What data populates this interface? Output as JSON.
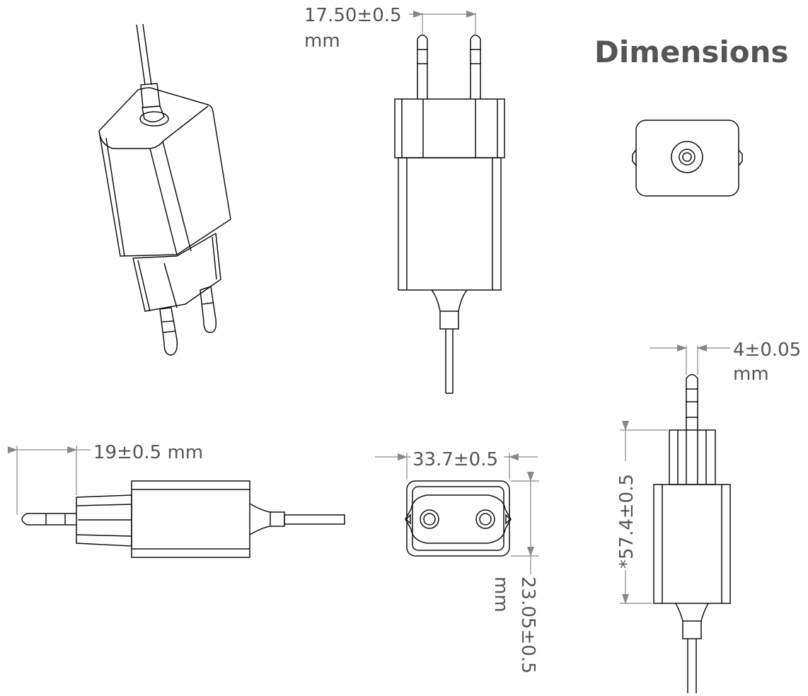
{
  "title": "Dimensions",
  "dimensions": {
    "pin_spacing": {
      "value": "17.50±0.5",
      "unit": "mm"
    },
    "pin_diameter": {
      "value": "4±0.05",
      "unit": "mm"
    },
    "pin_length": {
      "value": "19±0.5  mm"
    },
    "face_width": {
      "value": "33.7±0.5"
    },
    "face_height": {
      "value": "23.05±0.5",
      "unit": "mm"
    },
    "body_height": {
      "value": "*57.4±0.5"
    }
  },
  "colors": {
    "text": "#555555",
    "line": "#111111",
    "dim_line": "#888888"
  }
}
